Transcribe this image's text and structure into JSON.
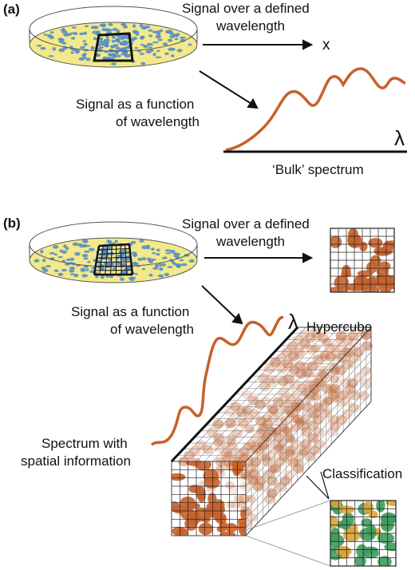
{
  "panel_a": {
    "label": "(a)",
    "signal_defined_line1": "Signal over a defined",
    "signal_defined_line2": "wavelength",
    "x_symbol": "x",
    "signal_function_line1": "Signal as a function",
    "signal_function_line2": "of wavelength",
    "lambda": "λ",
    "bulk_label": "‘Bulk’ spectrum"
  },
  "panel_b": {
    "label": "(b)",
    "signal_defined_line1": "Signal over a defined",
    "signal_defined_line2": "wavelength",
    "signal_function_line1": "Signal as a function",
    "signal_function_line2": "of wavelength",
    "lambda": "λ",
    "hypercube_label": "Hypercube",
    "spectrum_line1": "Spectrum with",
    "spectrum_line2": "spatial information",
    "classification_label": "Classification"
  },
  "colors": {
    "dish_fill": "#f2e98a",
    "colony": "#5a8fc4",
    "spectrum": "#c8602a",
    "class_green": "#3f9b5f",
    "class_yellow": "#d9a43a"
  }
}
